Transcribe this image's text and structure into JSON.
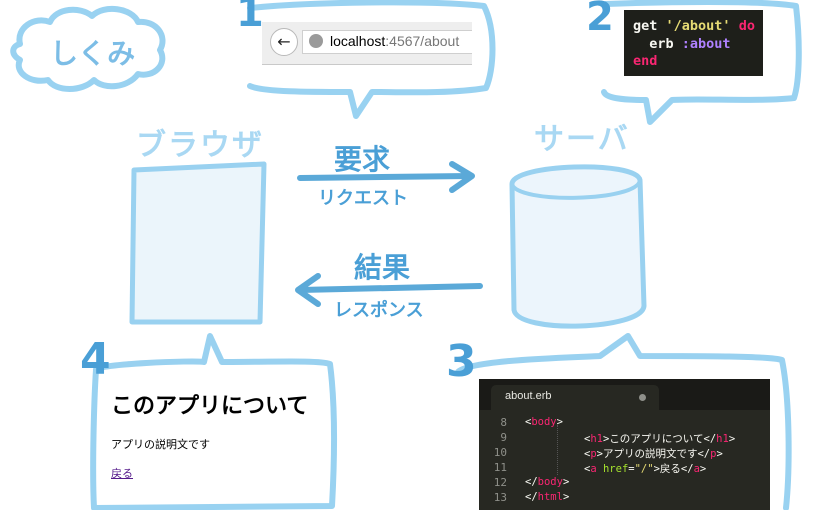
{
  "title_bubble": "しくみ",
  "steps": [
    "1",
    "2",
    "3",
    "4"
  ],
  "browser_label": "ブラウザ",
  "server_label": "サーバ",
  "request": {
    "main": "要求",
    "sub": "リクエスト"
  },
  "response": {
    "main": "結果",
    "sub": "レスポンス"
  },
  "address_bar": {
    "host": "localhost",
    "rest": ":4567/about"
  },
  "route_code": {
    "line1": {
      "kw1": "get",
      "path": "'/about'",
      "kw2": "do"
    },
    "line2": {
      "method": "erb",
      "symbol": ":about"
    },
    "line3": {
      "kw": "end"
    }
  },
  "rendered_page": {
    "heading": "このアプリについて",
    "description": "アプリの説明文です",
    "link": "戻る"
  },
  "editor": {
    "tab_name": "about.erb",
    "lines": [
      {
        "num": "8",
        "open": "<",
        "tag": "body",
        "close": ">"
      },
      {
        "num": "9",
        "o1": "<",
        "t1": "h1",
        "c1": ">",
        "text": "このアプリについて",
        "o2": "</",
        "t2": "h1",
        "c2": ">"
      },
      {
        "num": "10",
        "o1": "<",
        "t1": "p",
        "c1": ">",
        "text": "アプリの説明文です",
        "o2": "</",
        "t2": "p",
        "c2": ">"
      },
      {
        "num": "11",
        "o1": "<",
        "t1": "a",
        "attr": "href",
        "eq": "=",
        "val": "\"/\"",
        "c1": ">",
        "text": "戻る",
        "o2": "</",
        "t2": "a",
        "c2": ">"
      },
      {
        "num": "12",
        "open": "</",
        "tag": "body",
        "close": ">"
      },
      {
        "num": "13",
        "open": "</",
        "tag": "html",
        "close": ">"
      }
    ]
  },
  "colors": {
    "sketch_blue": "#8ecdef",
    "label_blue": "#5aaedc",
    "editor_bg": "#272822"
  }
}
